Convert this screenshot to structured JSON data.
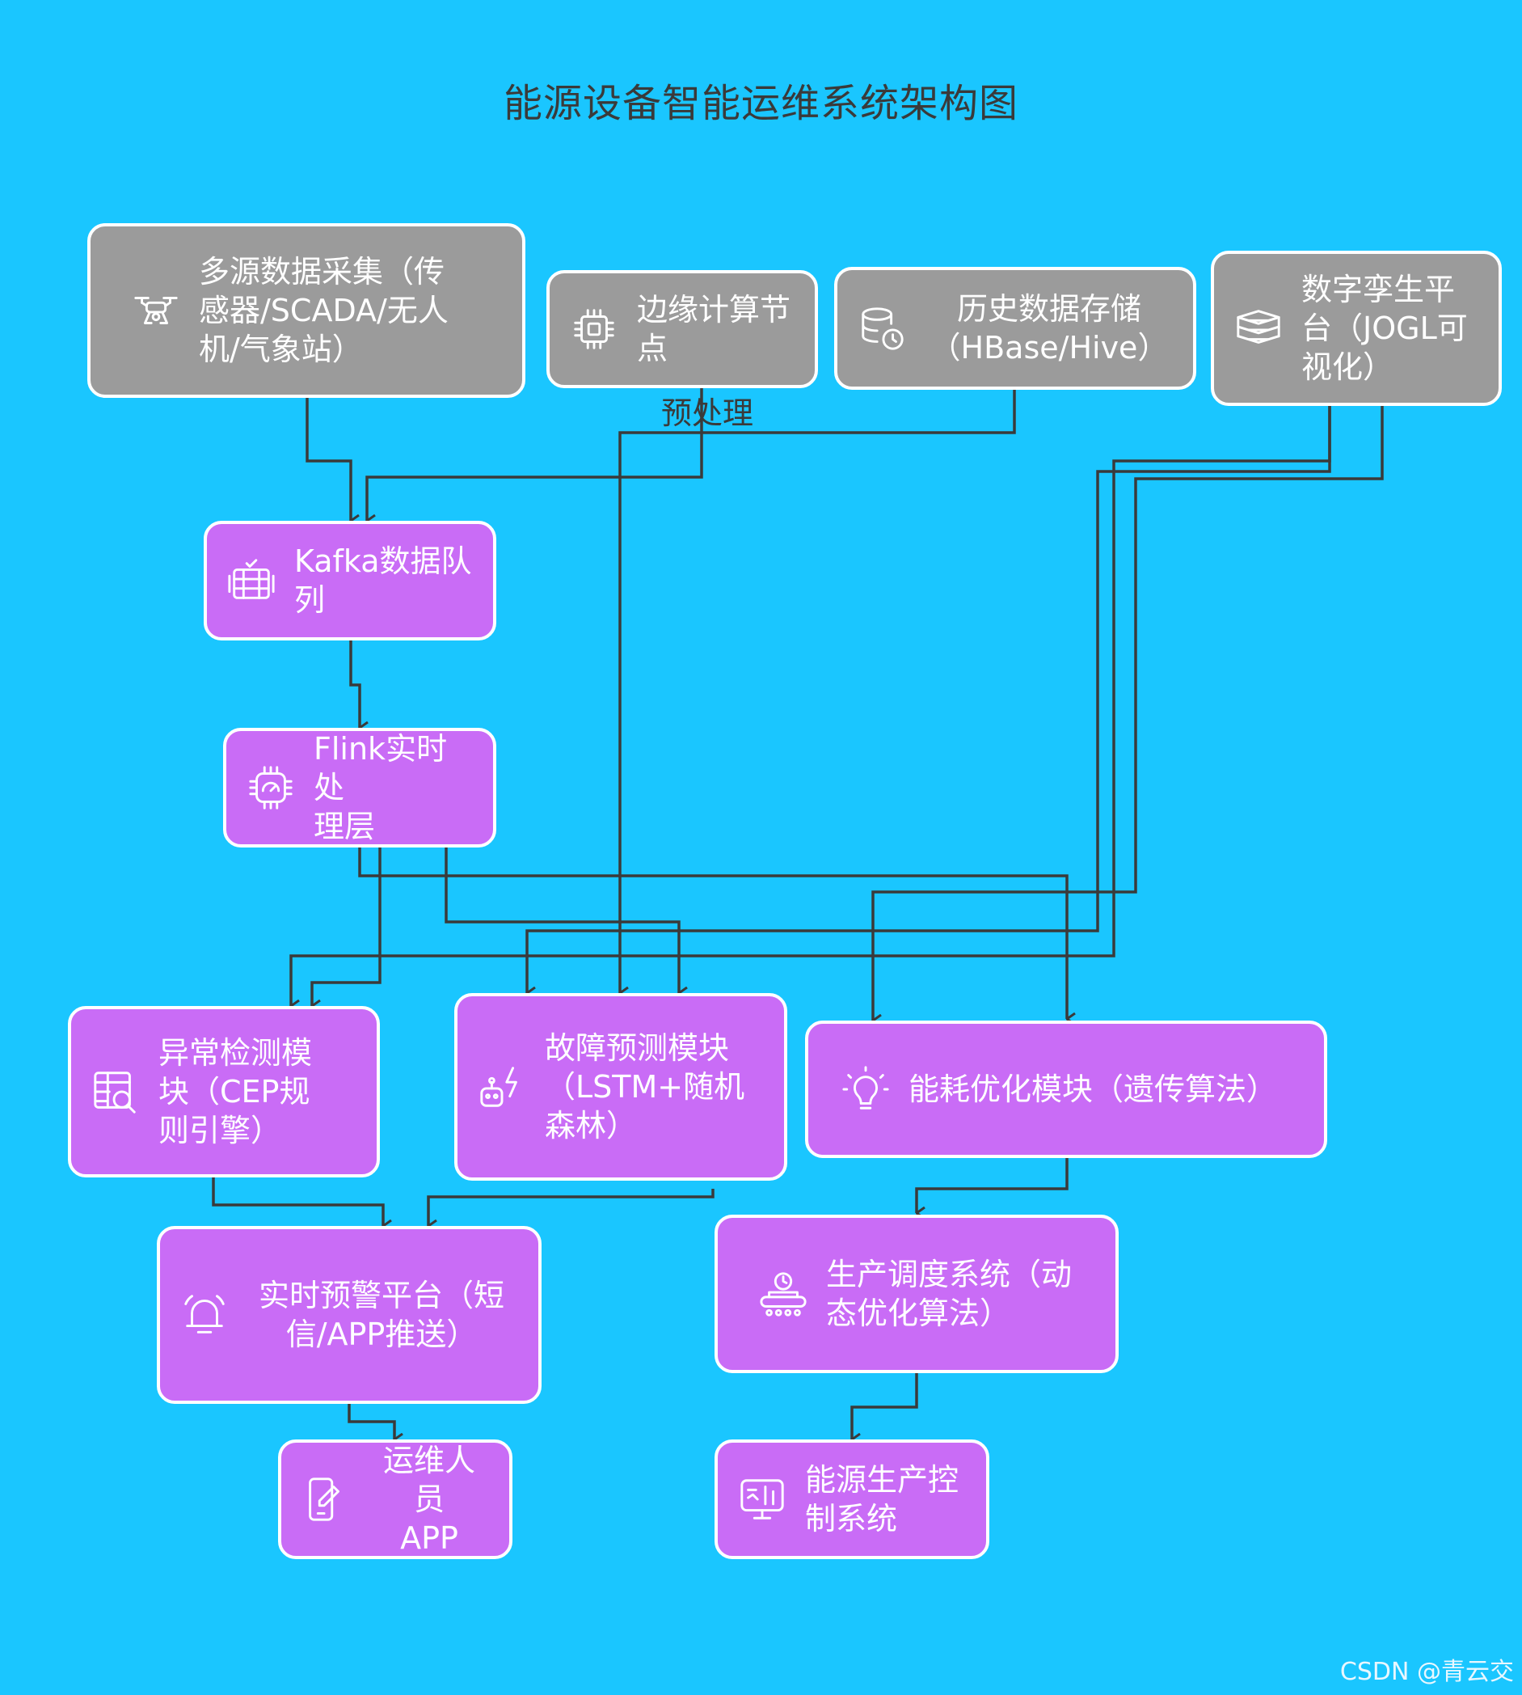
{
  "title": "能源设备智能运维系统架构图",
  "nodes": {
    "multi_source": "多源数据采集（传\n感器/SCADA/无人\n机/气象站）",
    "edge_compute": "边缘计算节\n点",
    "history_storage": "历史数据存储\n（HBase/Hive）",
    "digital_twin": "数字孪生平\n台（JOGL可\n视化）",
    "kafka": "Kafka数据队\n列",
    "flink": "Flink实时处\n理层",
    "anomaly": "异常检测模\n块（CEP规\n则引擎）",
    "fault": "故障预测模块\n（LSTM+随机\n森林）",
    "energy": "能耗优化模块（遗传算法）",
    "warning": "实时预警平台（短\n信/APP推送）",
    "scheduling": "生产调度系统（动\n态优化算法）",
    "ops_app": "运维人员\nAPP",
    "control": "能源生产控\n制系统"
  },
  "edge_labels": {
    "preprocess": "预处理"
  },
  "icons": {
    "multi_source": "drone-icon",
    "edge_compute": "chip-icon",
    "history_storage": "database-clock-icon",
    "digital_twin": "layers-icon",
    "kafka": "queue-icon",
    "flink": "processor-icon",
    "anomaly": "table-search-icon",
    "fault": "robot-lightning-icon",
    "energy": "lightbulb-icon",
    "warning": "bell-alarm-icon",
    "scheduling": "scheduler-icon",
    "ops_app": "mobile-edit-icon",
    "control": "dashboard-icon"
  },
  "colors": {
    "background": "#1ac6ff",
    "source_node": "#9b9b9b",
    "process_node": "#c96cf6",
    "edge": "#3a3a3a"
  },
  "watermark": "CSDN @青云交"
}
